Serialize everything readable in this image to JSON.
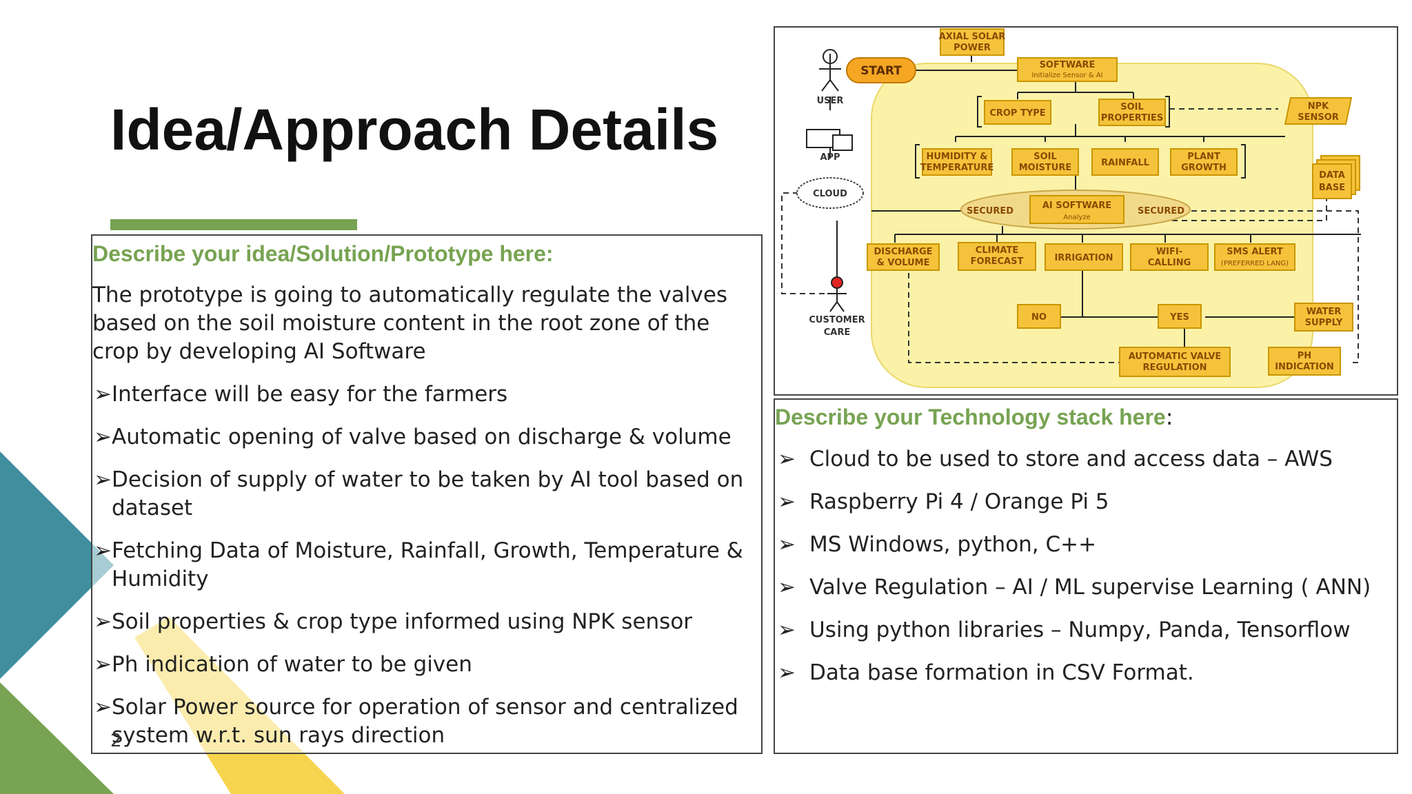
{
  "title": "Idea/Approach Details",
  "idea": {
    "heading": "Describe your idea/Solution/Prototype here:",
    "paragraph": "The prototype is going to automatically regulate the valves based on the soil moisture content in the root zone of the crop by developing AI Software",
    "bullets": [
      "Interface will be easy for the farmers",
      "Automatic opening of valve based on discharge & volume",
      "Decision of supply of water to be taken by AI tool based on dataset",
      "Fetching Data of Moisture, Rainfall, Growth, Temperature & Humidity",
      "Soil properties & crop type informed using NPK sensor",
      "Ph indication of water to be given",
      "Solar Power source for operation of sensor and centralized system w.r.t. sun rays direction"
    ]
  },
  "tech": {
    "heading": "Describe your Technology stack here",
    "colon": ":",
    "bullets": [
      "Cloud to be used to store and access data – AWS",
      "Raspberry Pi 4 / Orange Pi 5",
      "MS Windows, python, C++",
      "Valve Regulation – AI / ML supervise Learning ( ANN)",
      "Using python libraries – Numpy, Panda, Tensorflow",
      "Data base formation in CSV Format."
    ]
  },
  "bullet_glyph": "➢",
  "page_number": "2",
  "diagram": {
    "axial_solar": [
      "AXIAL SOLAR",
      "POWER"
    ],
    "start": "START",
    "software": [
      "SOFTWARE",
      "Initialize Sensor & AI"
    ],
    "user": "USER",
    "app": "APP",
    "cloud": "CLOUD",
    "customer_care": [
      "CUSTOMER",
      "CARE"
    ],
    "crop_type": "CROP TYPE",
    "soil_properties": [
      "SOIL",
      "PROPERTIES"
    ],
    "npk_sensor": [
      "NPK",
      "SENSOR"
    ],
    "humidity": [
      "HUMIDITY &",
      "TEMPERATURE"
    ],
    "soil_moisture": [
      "SOIL",
      "MOISTURE"
    ],
    "rainfall": "RAINFALL",
    "plant_growth": [
      "PLANT",
      "GROWTH"
    ],
    "database": [
      "DATA",
      "BASE"
    ],
    "secured_left": "SECURED",
    "secured_right": "SECURED",
    "ai_software": [
      "AI SOFTWARE",
      "Analyze"
    ],
    "discharge": [
      "DISCHARGE",
      "& VOLUME"
    ],
    "climate": [
      "CLIMATE",
      "FORECAST"
    ],
    "irrigation": "IRRIGATION",
    "wifi": [
      "WIFI-",
      "CALLING"
    ],
    "sms": [
      "SMS ALERT",
      "(PREFERRED LANG)"
    ],
    "no": "NO",
    "yes": "YES",
    "water_supply": [
      "WATER",
      "SUPPLY"
    ],
    "valve": [
      "AUTOMATIC VALVE",
      "REGULATION"
    ],
    "ph": [
      "PH",
      "INDICATION"
    ]
  }
}
